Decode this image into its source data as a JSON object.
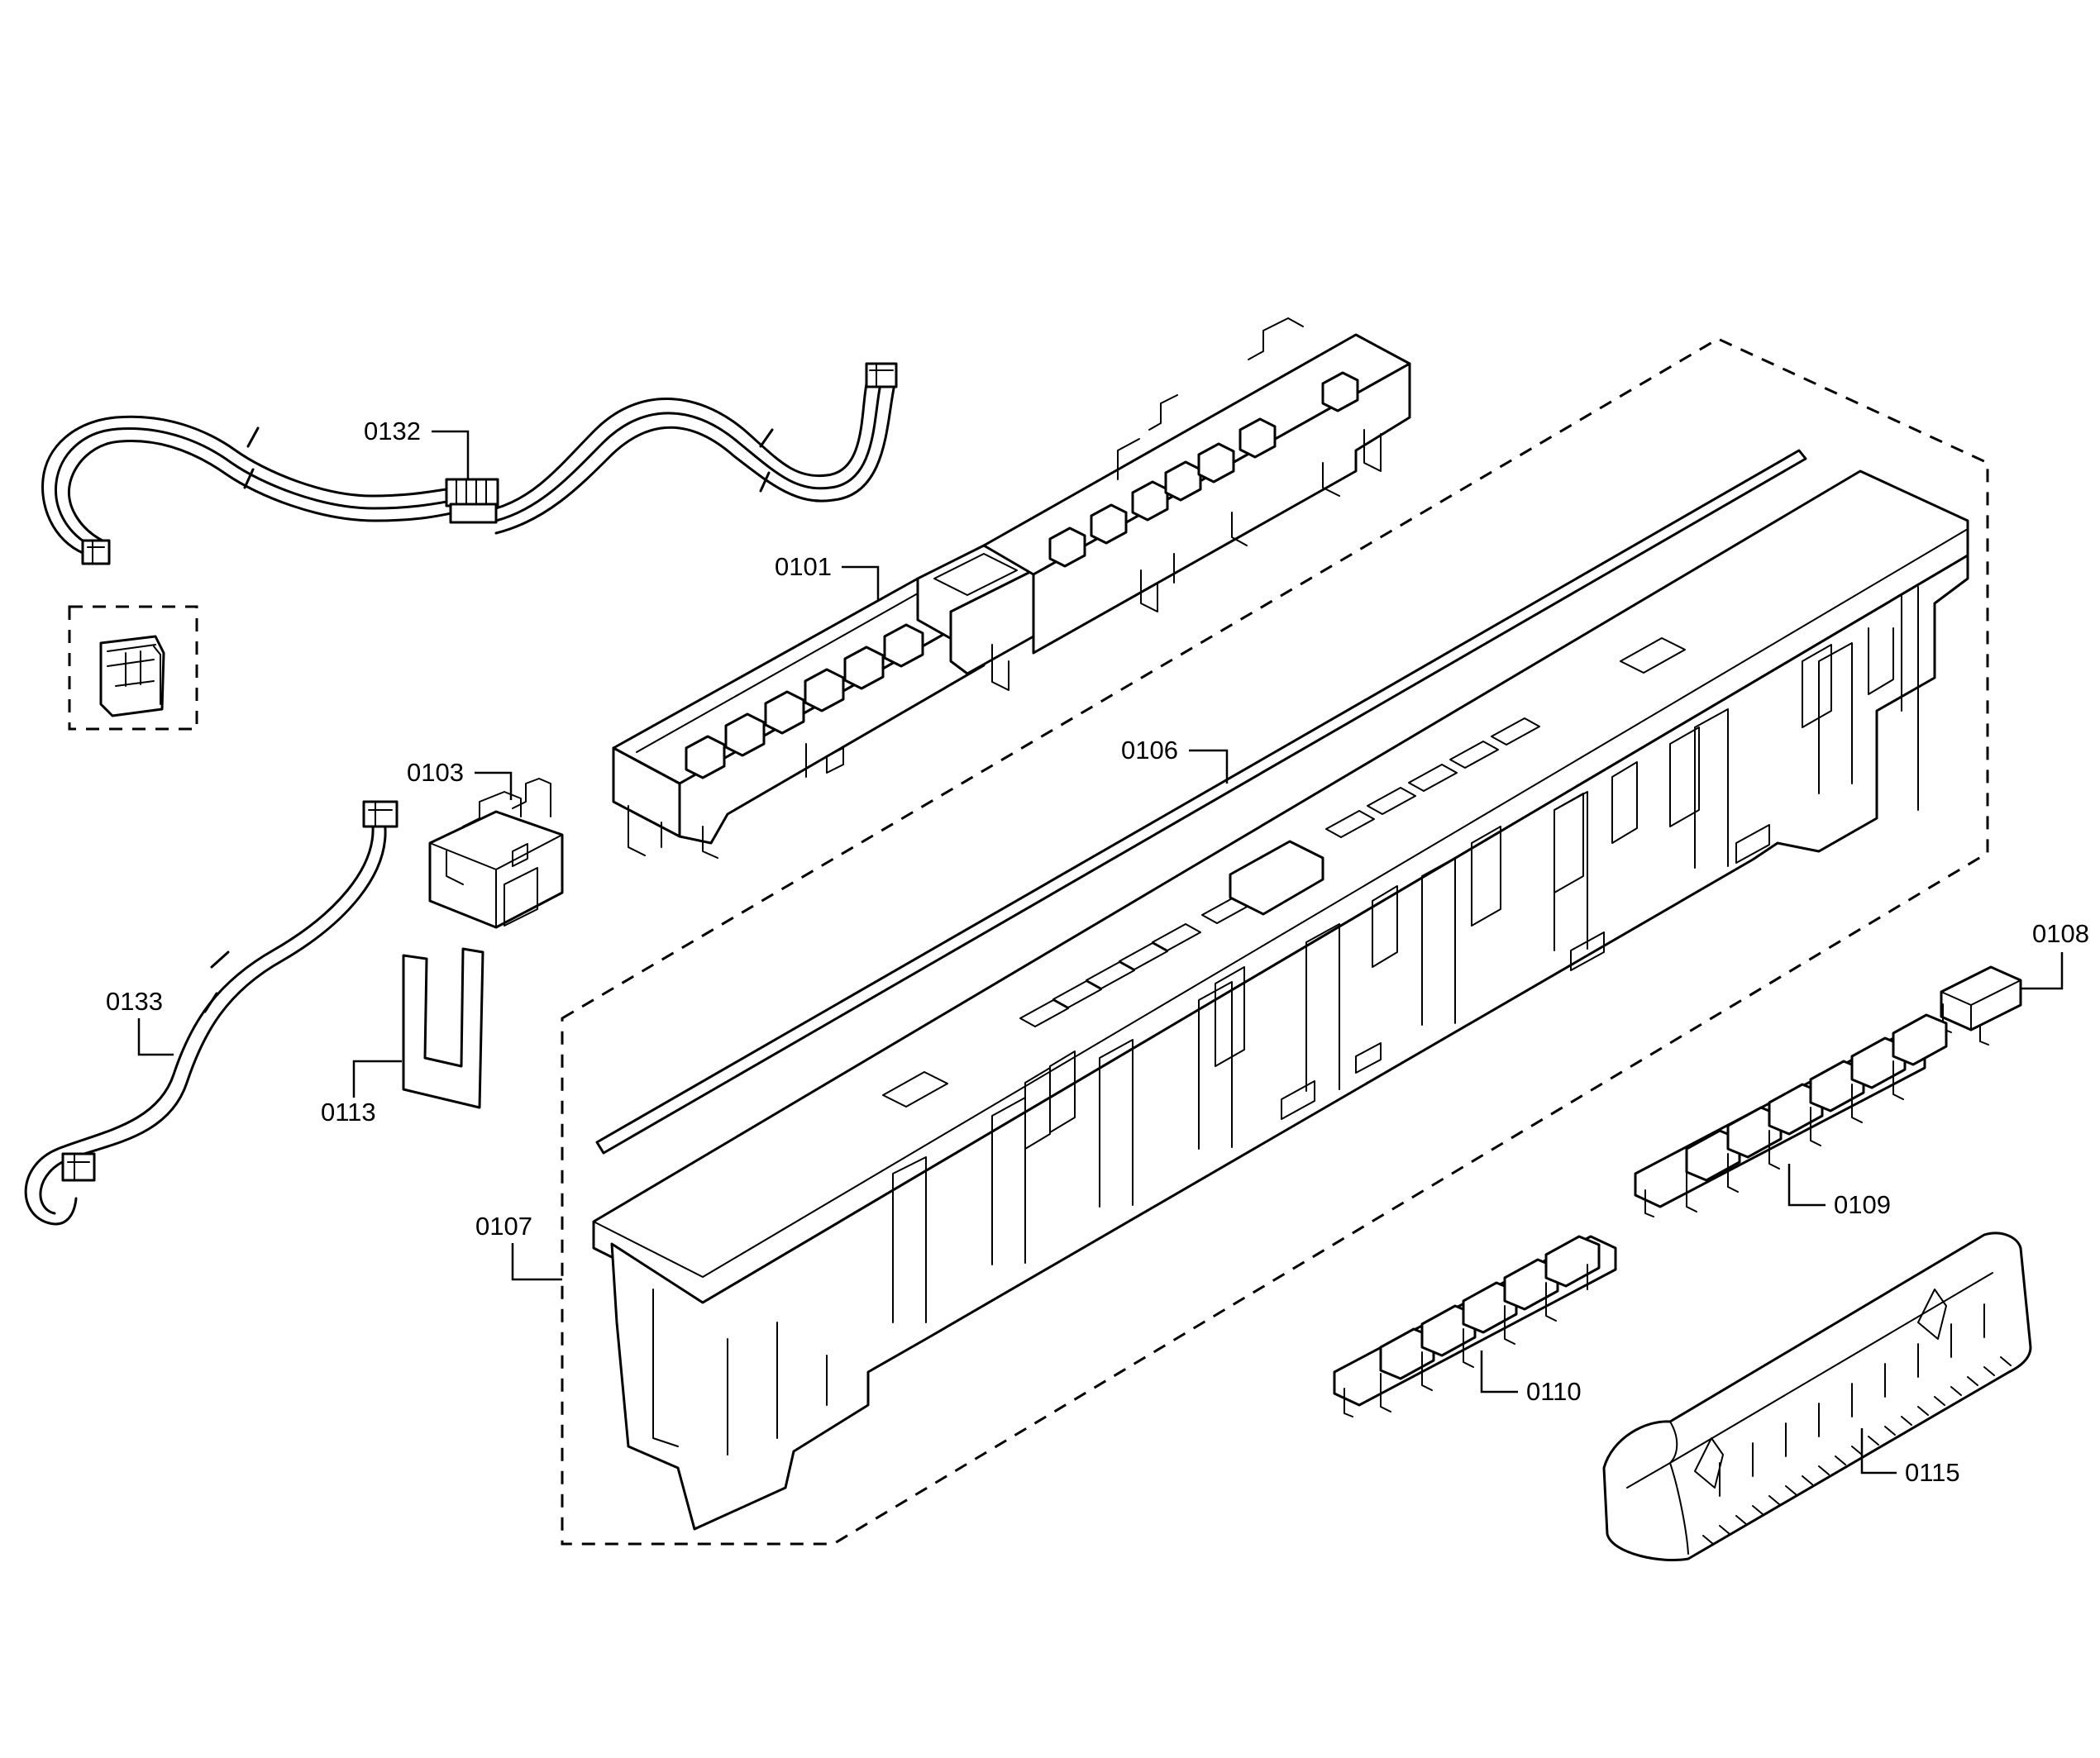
{
  "labels": {
    "p0132": "0132",
    "p0101": "0101",
    "p0103": "0103",
    "p0106": "0106",
    "p0108": "0108",
    "p0133": "0133",
    "p0113": "0113",
    "p0107": "0107",
    "p0109": "0109",
    "p0110": "0110",
    "p0115": "0115"
  },
  "colors": {
    "line": "#000000",
    "background": "#ffffff"
  }
}
